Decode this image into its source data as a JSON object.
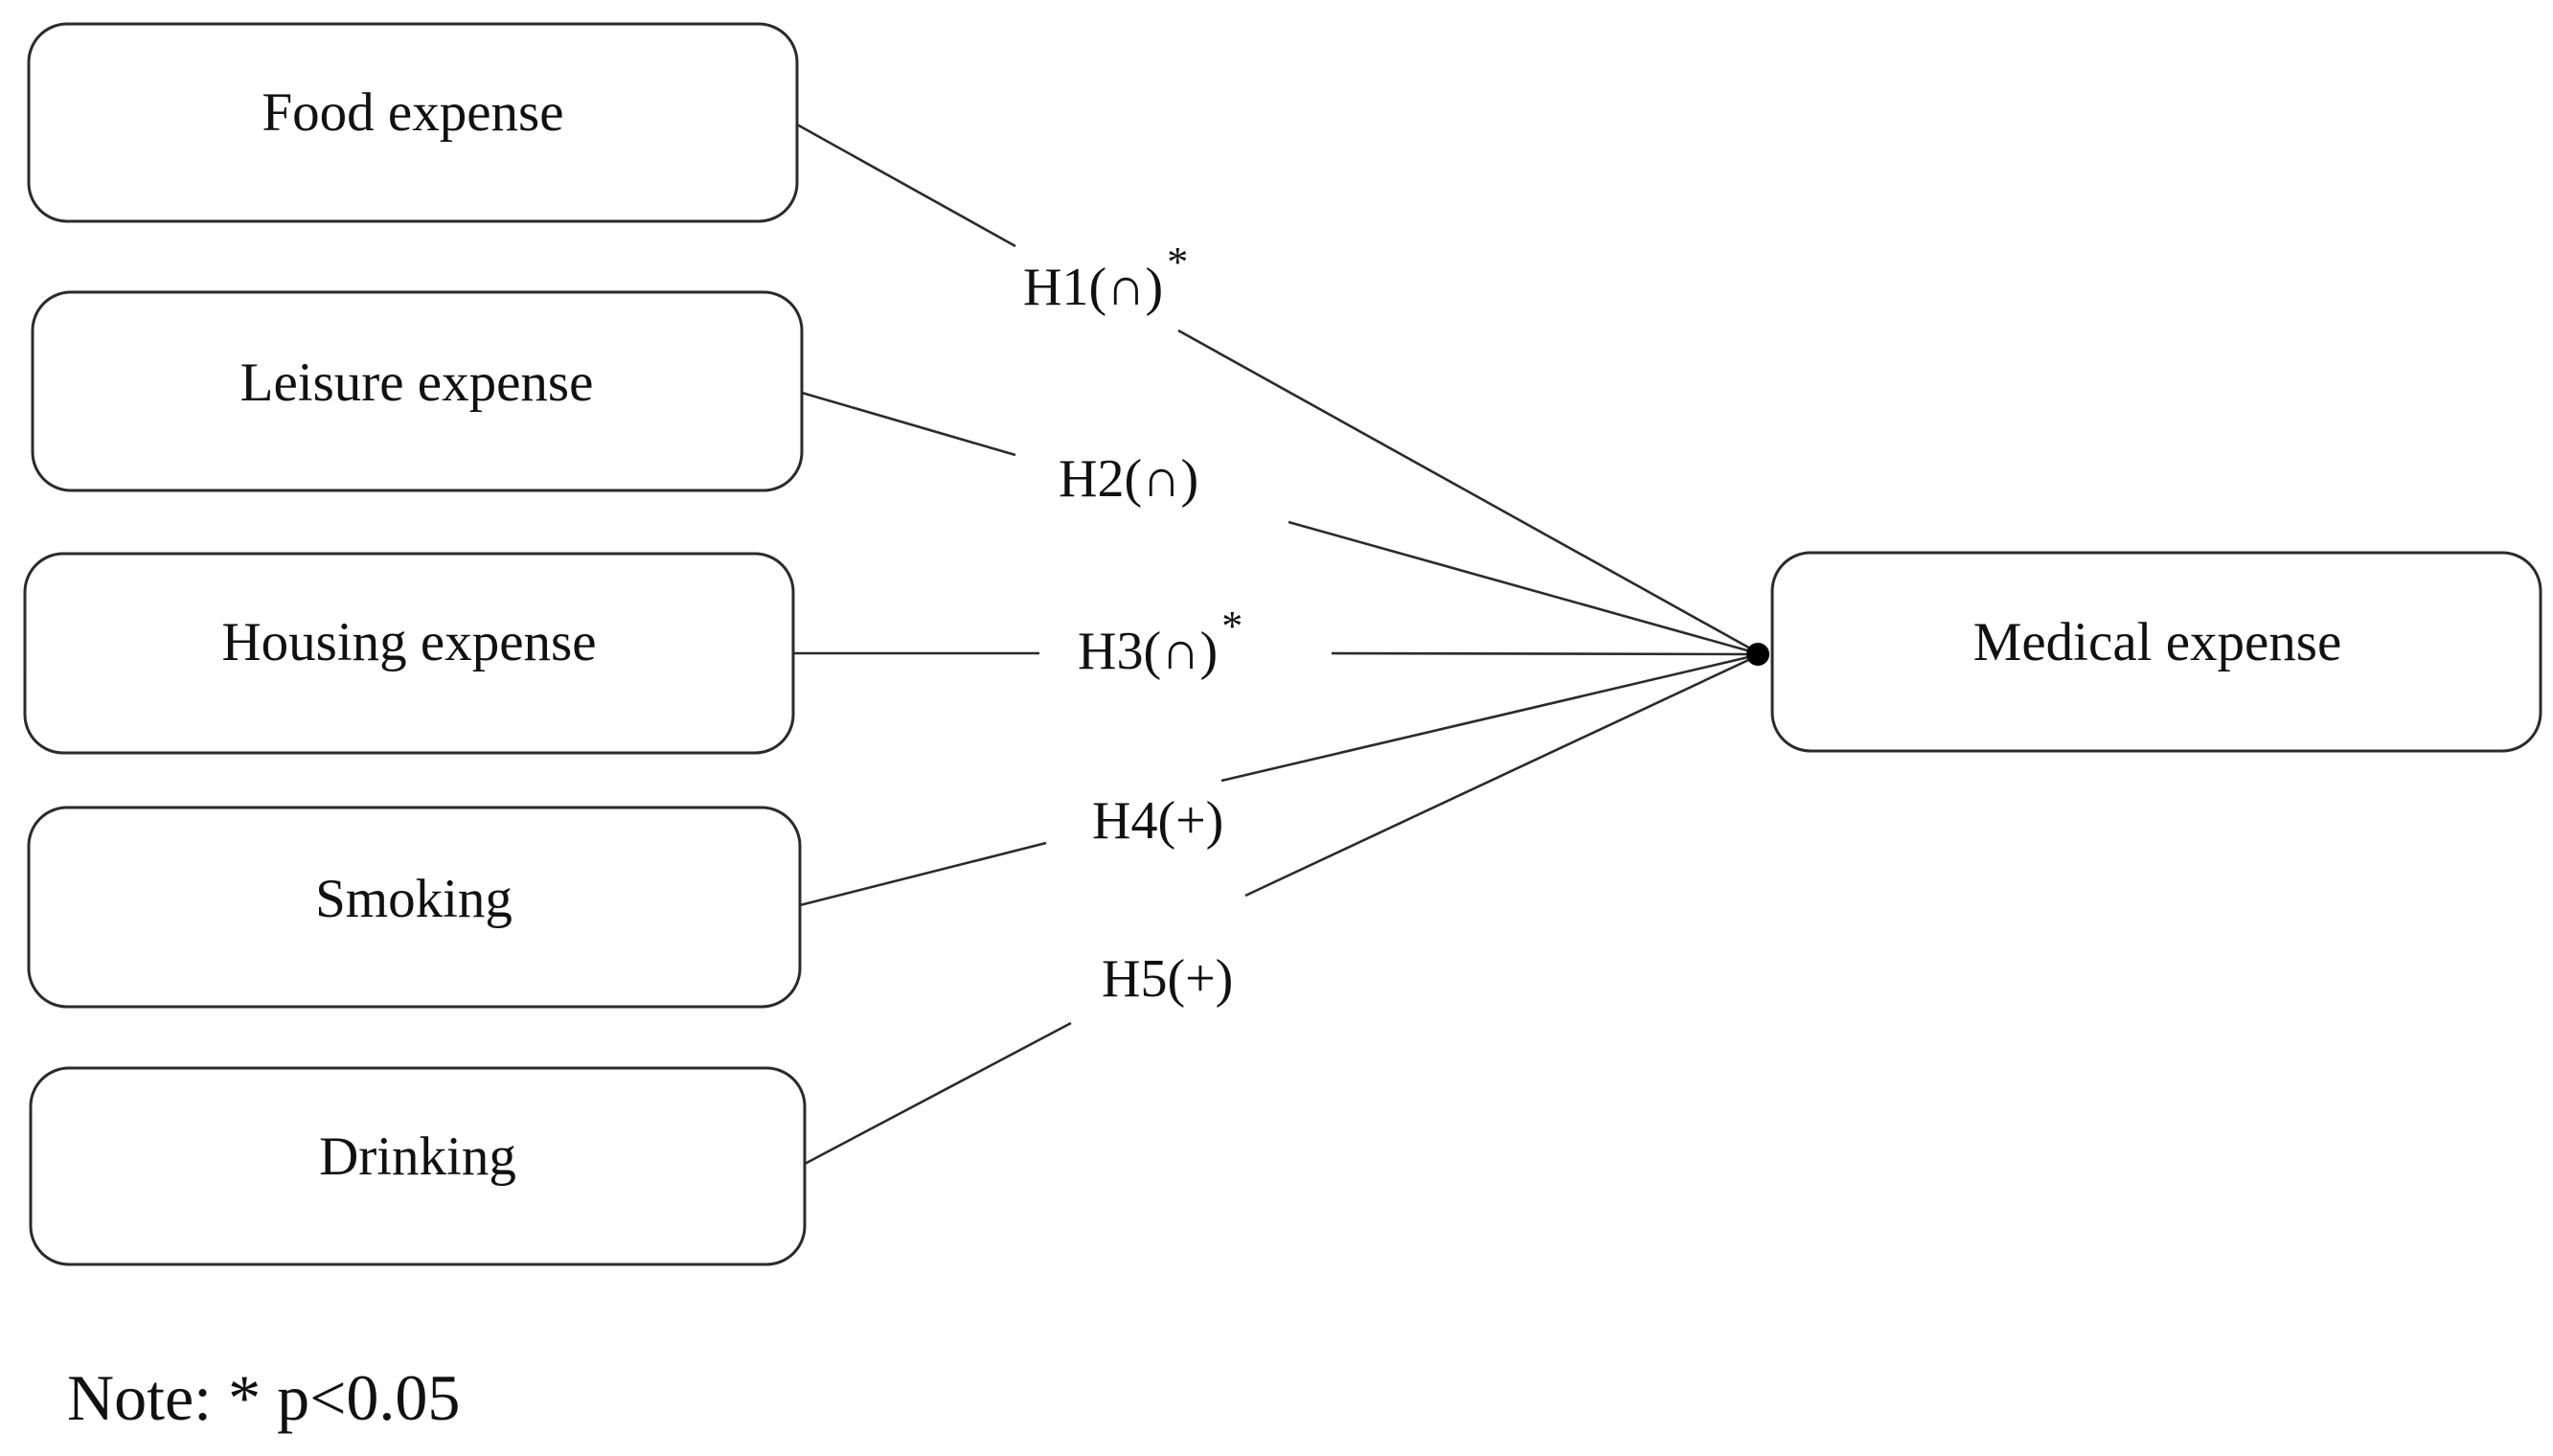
{
  "predictors": [
    {
      "label": "Food expense"
    },
    {
      "label": "Leisure expense"
    },
    {
      "label": "Housing expense"
    },
    {
      "label": "Smoking"
    },
    {
      "label": "Drinking"
    }
  ],
  "outcome": {
    "label": "Medical expense"
  },
  "hypotheses": [
    {
      "label": "H1(∩)",
      "sig": "*"
    },
    {
      "label": "H2(∩)",
      "sig": ""
    },
    {
      "label": "H3(∩)",
      "sig": "*"
    },
    {
      "label": "H4(+)",
      "sig": ""
    },
    {
      "label": "H5(+)",
      "sig": ""
    }
  ],
  "note": "Note: * p<0.05"
}
